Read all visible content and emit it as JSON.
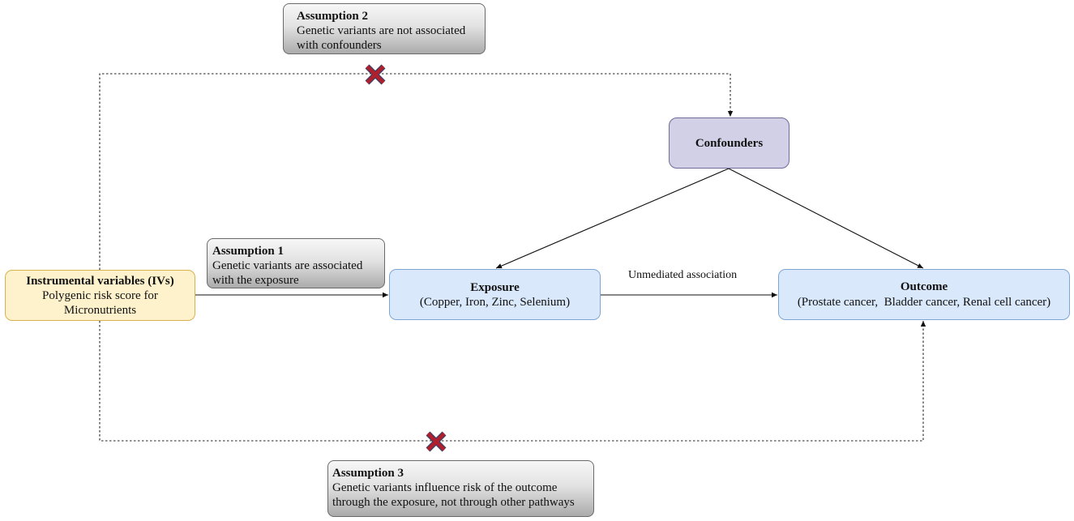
{
  "nodes": {
    "iv": {
      "title": "Instrumental variables (IVs)",
      "line1": "Polygenic risk score for",
      "line2": "Micronutrients"
    },
    "exposure": {
      "title": "Exposure",
      "subtitle": "(Copper, Iron, Zinc, Selenium)"
    },
    "outcome": {
      "title": "Outcome",
      "subtitle": "(Prostate cancer,  Bladder cancer, Renal cell cancer)"
    },
    "confounders": {
      "title": "Confounders"
    }
  },
  "assumptions": {
    "a1": {
      "title": "Assumption 1",
      "line1": "Genetic variants are associated",
      "line2": "with the exposure"
    },
    "a2": {
      "title": "Assumption 2",
      "line1": "Genetic variants are not associated",
      "line2": "with confounders"
    },
    "a3": {
      "title": "Assumption 3",
      "line1": "Genetic variants influence risk of the outcome",
      "line2": "through the exposure, not through other pathways"
    }
  },
  "edge_labels": {
    "exposure_outcome": "Unmediated association"
  },
  "colors": {
    "iv_fill": "#fdf2cc",
    "exposure_fill": "#dae8fb",
    "outcome_fill": "#dae8fb",
    "confounders_fill": "#d1d0e6",
    "cross_mark": "#b01f2e"
  }
}
